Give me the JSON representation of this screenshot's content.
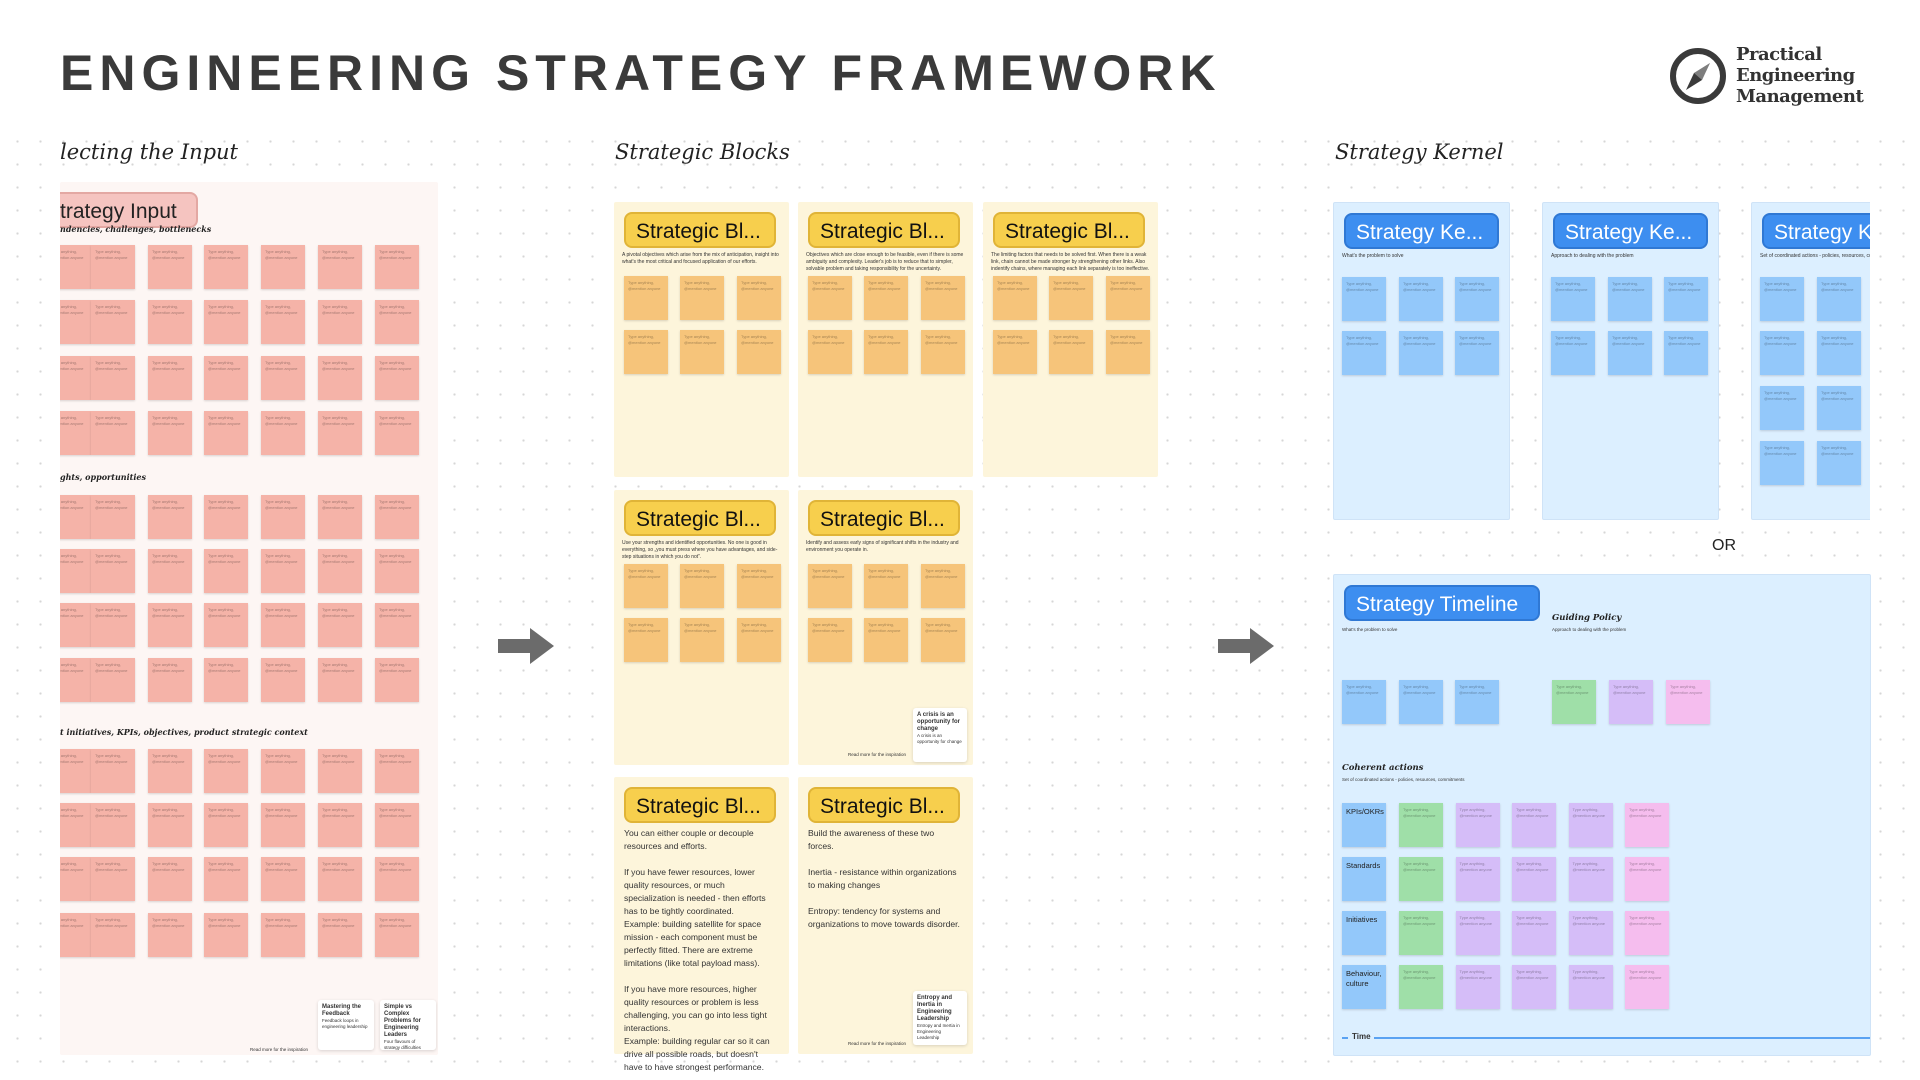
{
  "header": {
    "title": "ENGINEERING STRATEGY FRAMEWORK",
    "logo": {
      "icon": "compass-icon",
      "lines": [
        "Practical",
        "Engineering",
        "Management"
      ]
    }
  },
  "sections": {
    "input": "lecting the Input",
    "blocks": "Strategic Blocks",
    "kernel": "Strategy Kernel"
  },
  "sticky_placeholder": "Type anything, @mention anyone",
  "colors": {
    "input": "#f5b3a8",
    "blocks": "#f6c47a",
    "kernel": "#93c8fa",
    "green": "#9fdfa8",
    "purple": "#d5bdf8",
    "pink": "#f5bdee",
    "badge_yellow": "#f7cf4d",
    "badge_blue": "#3d8ef0"
  },
  "input_panel": {
    "badge": "trategy Input",
    "groups": [
      {
        "label": "ndencies, challenges, bottlenecks"
      },
      {
        "label": "ghts, opportunities"
      },
      {
        "label": "t initiatives, KPIs, objectives, product strategic context"
      }
    ],
    "read_more": "Read more for the inspiration",
    "cards": [
      {
        "title": "Mastering the Feedback",
        "subtitle": "Feedback loops in engineering leadership"
      },
      {
        "title": "Simple vs Complex Problems for Engineering Leaders",
        "subtitle": "Four flavours of strategy difficulties"
      }
    ]
  },
  "blocks": [
    {
      "badge": "Strategic Bl...",
      "desc": "A pivotal objectives which arise from the mix of anticipation, insight into what's the most critical and focused application of our efforts."
    },
    {
      "badge": "Strategic Bl...",
      "desc": "Objectives which are close enough to be feasible, even if there is some ambiguity and complexity. Leader's job is to reduce that to simpler, solvable problem and taking responsibility for the uncertainty."
    },
    {
      "badge": "Strategic Bl...",
      "desc": "The limiting factors that needs to be solved first. When there is a weak link, chain cannot be made stronger by strengthening other links. Also indentify chains, where managing each link separately is too ineffective."
    },
    {
      "badge": "Strategic Bl...",
      "desc": "Use your strengths and identified opportunities. No one is good in everything, so „you must press where you have advantages, and side-step situations in which you do not”."
    },
    {
      "badge": "Strategic Bl...",
      "desc": "Identify and assess early signs of significant shifts in the industry and environment you operate in.",
      "card_title": "A crisis is an opportunity for change",
      "card_sub": "A crisis is an opportunity for change",
      "read_more": "Read more for the inspiration"
    },
    {
      "badge": "Strategic Bl...",
      "text": "You can either couple or decouple resources and efforts.\n\nIf you have fewer resources, lower quality resources, or much specialization is needed - then efforts has to be tightly coordinated.\nExample: building satellite for space mission - each component must be perfectly fitted. There are extreme limitations (like total payload mass).\n\nIf you have more resources, higher quality resources or problem is less challenging, you can go into less tight interactions.\nExample: building regular car so it can drive all possible roads, but doesn't have to have strongest performance."
    },
    {
      "badge": "Strategic Bl...",
      "text": "Build the awareness of these two forces.\n\nInertia - resistance within organizations to making changes\n\nEntropy: tendency for systems and organizations to move towards disorder.",
      "card_title": "Entropy and Inertia in Engineering Leadership",
      "card_sub": "Entropy and Inertia in Engineering Leadership",
      "read_more": "Read more for the inspiration"
    }
  ],
  "kernels": [
    {
      "badge": "Strategy Ke...",
      "desc": "What's the problem to solve"
    },
    {
      "badge": "Strategy Ke...",
      "desc": "Approach to dealing with the problem"
    },
    {
      "badge": "Strategy K",
      "desc": "Set of coordinated actions - policies, resources, commitments"
    }
  ],
  "or_label": "OR",
  "timeline": {
    "badge": "Strategy Timeline",
    "problem_desc": "What's the problem to solve",
    "guiding_title": "Guiding Policy",
    "guiding_desc": "Approach to dealing with the problem",
    "actions_title": "Coherent actions",
    "actions_desc": "Set of coordinated actions - policies, resources, commitments",
    "rows": [
      "KPIs/OKRs",
      "Standards",
      "Initiatives",
      "Behaviour, culture"
    ],
    "time_label": "Time"
  }
}
